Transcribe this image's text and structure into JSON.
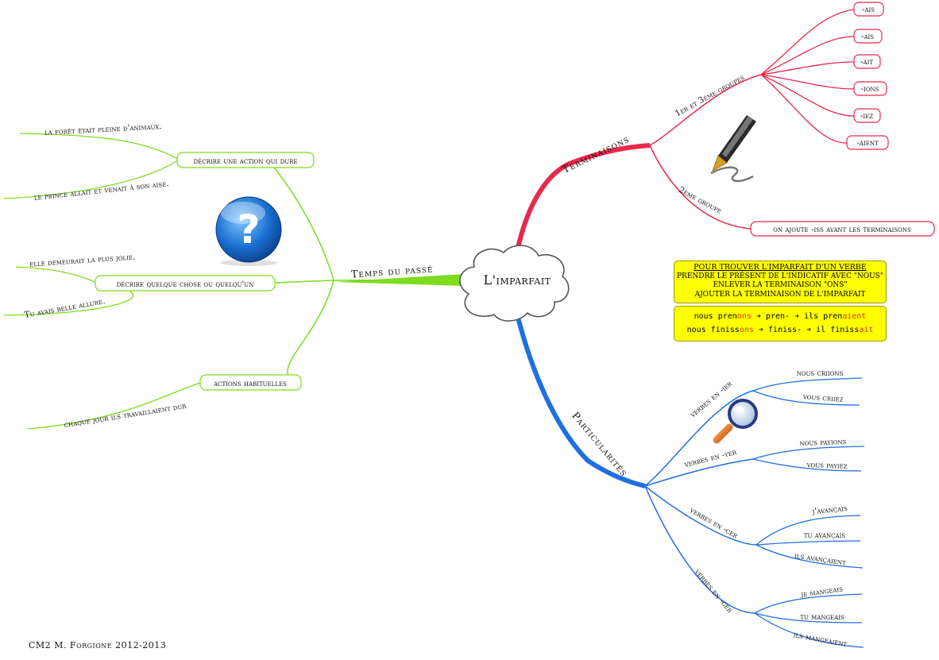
{
  "center": {
    "label": "L'imparfait"
  },
  "branches": {
    "terminaisons": {
      "label": "Terminaisons",
      "groupe13": {
        "label": "1er et 3ème groupes",
        "endings": [
          "-ais",
          "-ais",
          "-ait",
          "-ions",
          "-iez",
          "-aient"
        ]
      },
      "groupe2": {
        "label": "2ème groupe",
        "note": "on ajoute -iss avant les terminaisons"
      }
    },
    "temps": {
      "label": "Temps du passé",
      "items": [
        {
          "label": "décrire une action qui dure",
          "examples": [
            "la forêt était pleine d'animaux.",
            "le prince allait et venait à son aise."
          ]
        },
        {
          "label": "décrire quelque chose ou quelqu'un",
          "examples": [
            "elle demeurait la plus jolie.",
            "Tu avais belle allure."
          ]
        },
        {
          "label": "actions habituelles",
          "examples": [
            "chaque jour ils travaillaient dur"
          ]
        }
      ]
    },
    "particularites": {
      "label": "Particularités",
      "groups": [
        {
          "label": "verbes en -ier",
          "examples": [
            "nous criions",
            "vous criiez"
          ]
        },
        {
          "label": "verbes en -yer",
          "examples": [
            "nous payions",
            "vous payiez"
          ]
        },
        {
          "label": "verbes en -cer",
          "examples": [
            "j'avançais",
            "tu avançais",
            "ils avançaient"
          ]
        },
        {
          "label": "verbes en -ger",
          "examples": [
            "je mangeais",
            "tu mangeais",
            "ils mangeaient"
          ]
        }
      ]
    }
  },
  "info": {
    "title": "POUR TROUVER L'IMPARFAIT D'UN VERBE",
    "lines": [
      "PRENDRE LE PRÉSENT DE L'INDICATIF AVEC \"NOUS\"",
      "ENLEVER LA TERMINAISON \"ONS\"",
      "AJOUTER LA TERMINAISON DE L'IMPARFAIT"
    ],
    "ex1": {
      "a": "nous pren",
      "b": "ons",
      "arrow1": " ➔ ",
      "c": "pren-",
      "arrow2": " ➔ ",
      "d": "ils pren",
      "e": "aient"
    },
    "ex2": {
      "a": "nous finiss",
      "b": "ons",
      "arrow1": " ➔ ",
      "c": "finiss-",
      "arrow2": " ➔ ",
      "d": "il finiss",
      "e": "ait"
    }
  },
  "footer": "CM2 M. Forgione 2012-2013",
  "colors": {
    "terminaisons": "#e8294f",
    "temps": "#7ddc1f",
    "particularites": "#1f6fe0",
    "info_bg": "#ffff00"
  },
  "icons": [
    "question-icon",
    "pen-icon",
    "magnifier-icon",
    "cloud-icon"
  ]
}
